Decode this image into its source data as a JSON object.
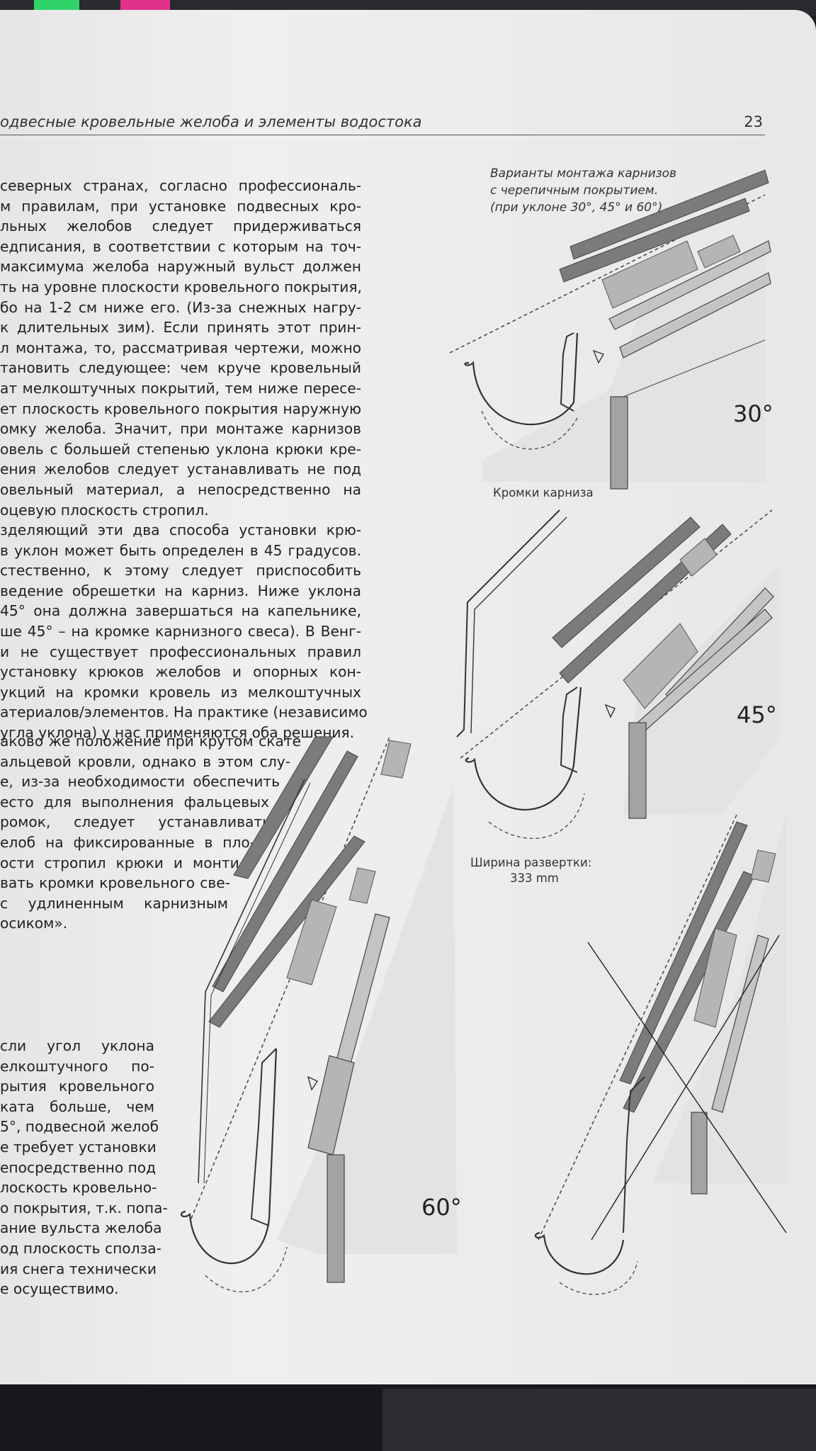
{
  "header": {
    "title": "одвесные кровельные желоба и элементы водостока",
    "page_number": "23"
  },
  "caption": [
    "Варианты монтажа карнизов",
    "с черепичным покрытием.",
    "(при уклоне 30°, 45° и 60°)."
  ],
  "labels": {
    "eaves_edges": "Кромки карниза",
    "width_label": "Ширина развертки:",
    "width_value": "333 mm",
    "angle_30": "30°",
    "angle_45": "45°",
    "angle_60": "60°"
  },
  "body": {
    "block1": [
      "северных странах, согласно профессиональ-",
      "м правилам, при установке подвесных кро-",
      "льных желобов следует придерживаться",
      "едписания, в соответствии с которым на точ-",
      "максимума желоба наружный вульст должен",
      "ть на уровне плоскости кровельного покрытия,",
      "бо на 1-2 см ниже его. (Из-за снежных нагру-",
      "к длительных зим). Если принять этот прин-",
      "л монтажа, то, рассматривая чертежи, можно",
      "тановить следующее: чем круче кровельный",
      "ат мелкоштучных покрытий, тем ниже пересе-",
      "ет плоскость кровельного покрытия наружную",
      "омку желоба. Значит, при монтаже карнизов",
      "овель с большей степенью уклона крюки кре-",
      "ения желобов следует устанавливать не под",
      "овельный материал, а непосредственно на",
      "оцевую плоскость стропил.",
      "зделяющий эти два способа установки крю-",
      "в уклон может быть определен в 45 градусов.",
      "стественно, к этому следует приспособить",
      "ведение обрешетки на карниз. Ниже уклона",
      "45° она должна завершаться на капельнике,",
      "ше 45° – на кромке карнизного свеса). В Венг-",
      "и не существует профессиональных правил",
      "установку крюков желобов и опорных кон-",
      "укций на кромки кровель из мелкоштучных",
      "атериалов/элементов. На практике (независимо",
      "угла уклона) у нас применяются оба решения."
    ],
    "block2": [
      "аково же положение при крутом скате",
      "альцевой кровли, однако в этом слу-",
      "е, из-за необходимости обеспечить",
      "есто для выполнения фальцевых",
      "ромок, следует устанавливать",
      "елоб на фиксированные в пло-",
      "ости стропил крюки и монти-",
      "вать кромки кровельного све-",
      "с удлиненным карнизным",
      "осиком»."
    ],
    "block3": [
      "сли угол уклона",
      "елкоштучного по-",
      "рытия кровельного",
      "ката больше, чем",
      "5°, подвесной желоб",
      "е требует установки",
      "епосредственно под",
      "лоскость кровельно-",
      "о покрытия, т.к. попа-",
      "ание вульста желоба",
      "од плоскость сполза-",
      "ия снега технически",
      "е осуществимо."
    ]
  },
  "colors": {
    "paper": "#efefef",
    "text": "#222222",
    "tile_dark": "#7b7b7b",
    "tile_light": "#b5b5b5",
    "fascia": "#a3a3a3"
  }
}
